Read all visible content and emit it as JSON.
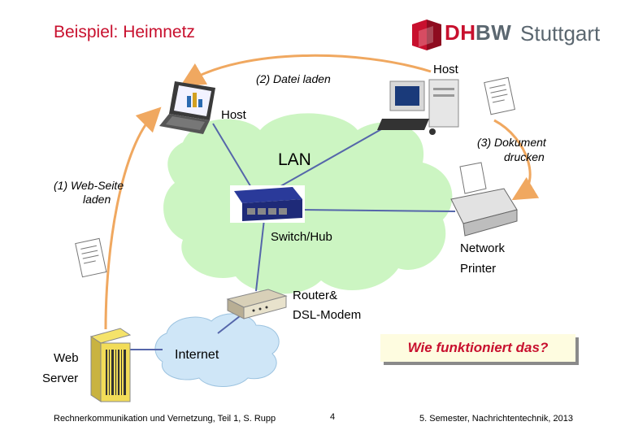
{
  "header": {
    "title": "Beispiel: Heimnetz",
    "logo_text_dh": "DH",
    "logo_text_bw": "BW",
    "logo_text_city": "Stuttgart"
  },
  "diagram": {
    "host_top_label": "Host",
    "host_laptop_label": "Host",
    "step2_label": "(2)  Datei laden",
    "step3_label_line1": "(3) Dokument",
    "step3_label_line2": "drucken",
    "step1_label_line1": "(1) Web-Seite",
    "step1_label_line2": "laden",
    "lan_label": "LAN",
    "switch_label": "Switch/Hub",
    "printer_label_line1": "Network",
    "printer_label_line2": "Printer",
    "router_label_line1": "Router&",
    "router_label_line2": "DSL-Modem",
    "webserver_label_line1": "Web",
    "webserver_label_line2": "Server",
    "internet_label": "Internet",
    "question": "Wie funktioniert das?"
  },
  "footer": {
    "left": "Rechnerkommunikation und Vernetzung, Teil 1, S. Rupp",
    "page": "4",
    "right": "5. Semester, Nachrichtentechnik, 2013"
  },
  "colors": {
    "accent_red": "#c8102e",
    "cloud_green": "#ccf5c2",
    "cloud_blue": "#cfe6f7",
    "arrow_orange": "#f0a860",
    "link_blue": "#5566aa"
  }
}
